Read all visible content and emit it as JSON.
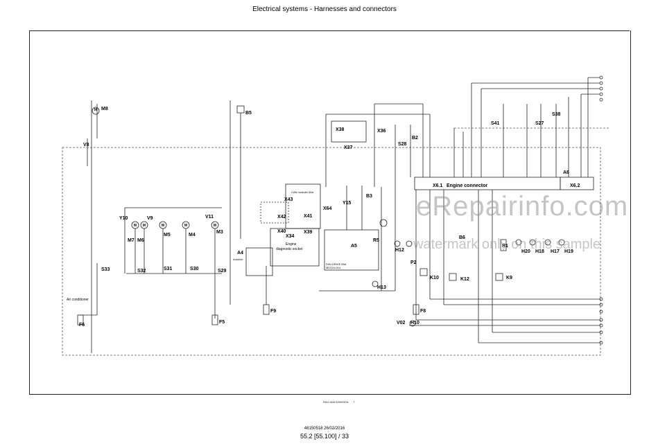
{
  "page": {
    "header": "Electrical systems - Harnesses and connectors",
    "footer_code": "48150518 26/02/2016",
    "footer_page": "55.2 [55.100] / 33",
    "figure_id": "RAIL16ACD0063GA",
    "figure_num": "7"
  },
  "watermark": {
    "main": "eRepairinfo.com",
    "sub": "watermark only on this sample"
  },
  "components": {
    "M8": "M8",
    "V8": "V8",
    "B5": "B5",
    "X38": "X38",
    "X37": "X37",
    "X36": "X36",
    "S28": "S28",
    "B2": "B2",
    "S41": "S41",
    "S27": "S27",
    "S38": "S38",
    "A6": "A6",
    "X6_1": "X6.1",
    "engine_connector": "Engine connector",
    "X6_2": "X6.2",
    "X43": "X43",
    "X64": "X64",
    "X42": "X42",
    "X41": "X41",
    "X40": "X40",
    "X39": "X39",
    "can_module": "CAN moduler 56A",
    "Y15": "Y15",
    "B3": "B3",
    "R5": "R5",
    "X34": "X34",
    "engine_diag1": "Engine",
    "engine_diag2": "diagnostic socket",
    "A4": "A4",
    "A4_sub": "Autoline",
    "A5": "A5",
    "fan_drive1": "FAN DRIVE 55A",
    "fan_drive2": "MC024-014",
    "H12": "H12",
    "P2": "P2",
    "H13": "H13",
    "K10": "K10",
    "K12": "K12",
    "K9": "K9",
    "B6": "B6",
    "R1": "R1",
    "H20": "H20",
    "H18": "H18",
    "H17": "H17",
    "H19": "H19",
    "F9": "F9",
    "F8": "F8",
    "F5": "F5",
    "F6": "F6",
    "V02": "V02",
    "H10": "H10",
    "Y10": "Y10",
    "M7": "M7",
    "M6": "M6",
    "V9": "V9",
    "M5": "M5",
    "M4": "M4",
    "V11": "V11",
    "M3": "M3",
    "S33": "S33",
    "S32": "S32",
    "S31": "S31",
    "S30": "S30",
    "S29": "S29",
    "air_conditioner": "Air conditioner"
  }
}
